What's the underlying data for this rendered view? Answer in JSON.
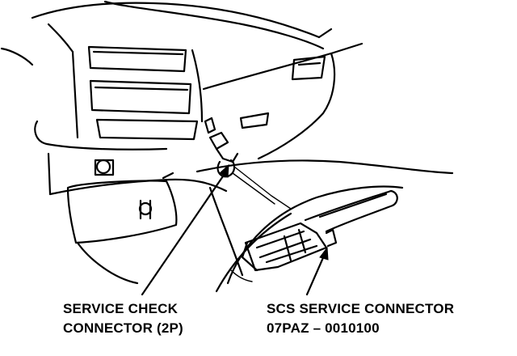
{
  "callouts": {
    "service_check_line1": "SERVICE CHECK",
    "service_check_line2": "CONNECTOR (2P)",
    "scs_line1": "SCS SERVICE CONNECTOR",
    "scs_line2": "07PAZ – 0010100"
  },
  "colors": {
    "ink": "#000000",
    "paper": "#ffffff"
  }
}
